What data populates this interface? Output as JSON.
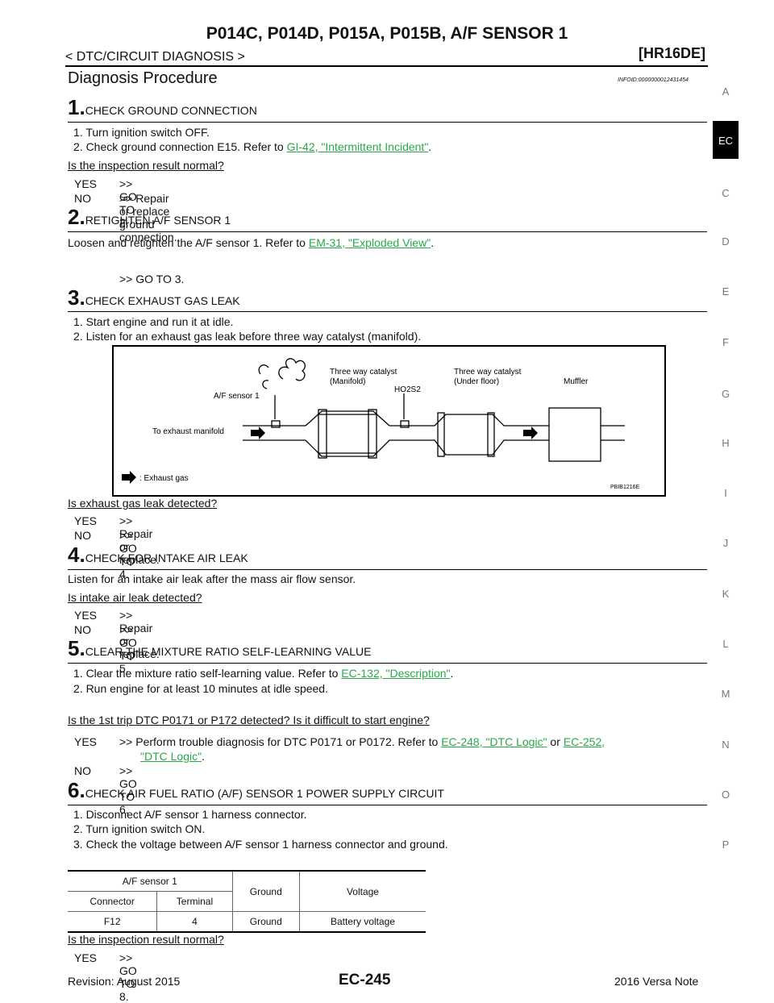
{
  "header": {
    "title": "P014C, P014D, P015A, P015B, A/F SENSOR 1",
    "breadcrumb": "< DTC/CIRCUIT DIAGNOSIS >",
    "model": "[HR16DE]"
  },
  "section": {
    "title": "Diagnosis Procedure",
    "infoid": "INFOID:0000000012431454"
  },
  "steps": [
    {
      "num": "1.",
      "title": "CHECK GROUND CONNECTION"
    },
    {
      "num": "2.",
      "title": "RETIGHTEN A/F SENSOR 1"
    },
    {
      "num": "3.",
      "title": "CHECK EXHAUST GAS LEAK"
    },
    {
      "num": "4.",
      "title": "CHECK FOR INTAKE AIR LEAK"
    },
    {
      "num": "5.",
      "title": "CLEAR THE MIXTURE RATIO SELF-LEARNING VALUE"
    },
    {
      "num": "6.",
      "title": "CHECK AIR FUEL RATIO (A/F) SENSOR 1 POWER SUPPLY CIRCUIT"
    }
  ],
  "step1": {
    "line1": "1.  Turn ignition switch OFF.",
    "line2_pre": "2.  Check ground connection E15. Refer to ",
    "line2_link": "GI-42, \"Intermittent Incident\"",
    "line2_post": ".",
    "question": "Is the inspection result normal?",
    "yes": "YES",
    "yes_text": ">> GO TO 2.",
    "no": "NO",
    "no_text": ">> Repair or replace ground connection."
  },
  "step2": {
    "line_pre": "Loosen and retighten the A/F sensor 1. Refer to ",
    "line_link": "EM-31, \"Exploded View\"",
    "line_post": ".",
    "goto": ">> GO TO 3."
  },
  "step3": {
    "line1": "1.  Start engine and run it at idle.",
    "line2": "2.  Listen for an exhaust gas leak before three way catalyst (manifold).",
    "question": "Is exhaust gas leak detected?",
    "yes": "YES",
    "yes_text": ">> Repair or replace.",
    "no": "NO",
    "no_text": ">> GO TO 4."
  },
  "figure": {
    "label_three_way_manifold_1": "Three way catalyst",
    "label_three_way_manifold_2": "(Manifold)",
    "label_three_way_under_1": "Three way catalyst",
    "label_three_way_under_2": "(Under floor)",
    "label_muffler": "Muffler",
    "label_af_sensor": "A/F sensor 1",
    "label_ho2s2": "HO2S2",
    "label_exhaust_manifold": "To exhaust manifold",
    "legend": ": Exhaust gas",
    "code": "PBIB1216E"
  },
  "step4": {
    "line1": "Listen for an intake air leak after the mass air flow sensor.",
    "question": "Is intake air leak detected?",
    "yes": "YES",
    "yes_text": ">> Repair or replace.",
    "no": "NO",
    "no_text": ">> GO TO 5."
  },
  "step5": {
    "line1_pre": "1.  Clear the mixture ratio self-learning value. Refer to ",
    "line1_link": "EC-132, \"Description\"",
    "line1_post": ".",
    "line2": "2.  Run engine for at least 10 minutes at idle speed.",
    "question": "Is the 1st trip DTC P0171 or P172 detected? Is it difficult to start engine?",
    "yes": "YES",
    "yes_text_pre": ">> Perform trouble diagnosis for DTC P0171 or P0172. Refer to ",
    "yes_link1": "EC-248, \"DTC Logic\"",
    "yes_mid": " or ",
    "yes_link2a": "EC-252,",
    "yes_link2b": "\"DTC Logic\"",
    "yes_post": ".",
    "no": "NO",
    "no_text": ">> GO TO 6."
  },
  "step6": {
    "line1": "1.  Disconnect A/F sensor 1 harness connector.",
    "line2": "2.  Turn ignition switch ON.",
    "line3": "3.  Check the voltage between A/F sensor 1 harness connector and ground.",
    "question": "Is the inspection result normal?",
    "yes": "YES",
    "yes_text": ">> GO TO 8."
  },
  "table": {
    "h_af_sensor": "A/F sensor 1",
    "h_ground": "Ground",
    "h_voltage": "Voltage",
    "h_connector": "Connector",
    "h_terminal": "Terminal",
    "r_connector": "F12",
    "r_terminal": "4",
    "r_ground": "Ground",
    "r_voltage": "Battery voltage"
  },
  "side_index": [
    "A",
    "EC",
    "C",
    "D",
    "E",
    "F",
    "G",
    "H",
    "I",
    "J",
    "K",
    "L",
    "M",
    "N",
    "O",
    "P"
  ],
  "footer": {
    "revision": "Revision: August 2015",
    "page": "EC-245",
    "model_year": "2016 Versa Note"
  }
}
